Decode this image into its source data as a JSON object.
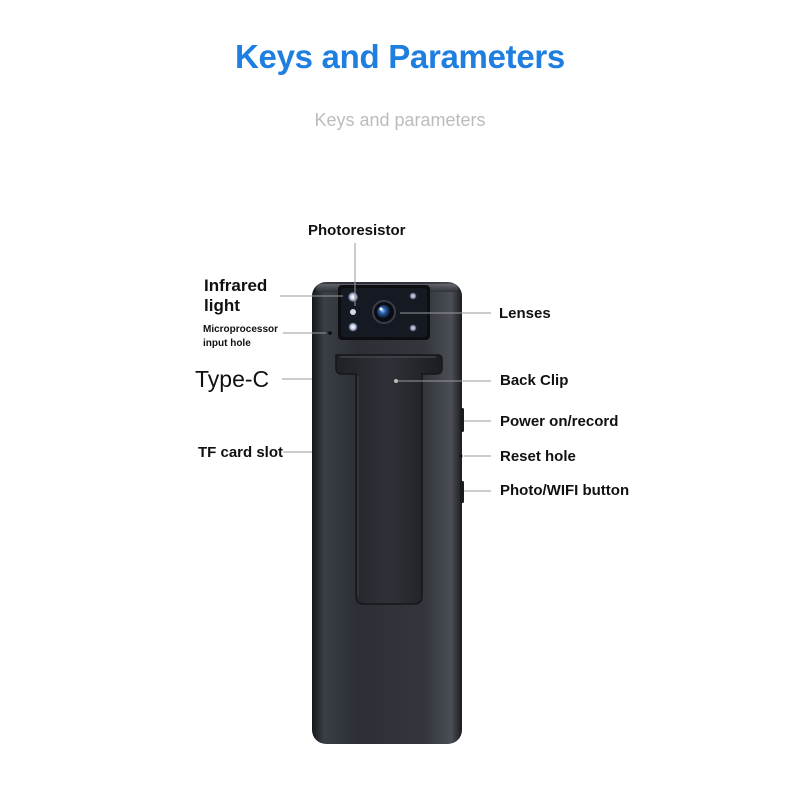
{
  "header": {
    "title": "Keys and Parameters",
    "subtitle": "Keys and parameters"
  },
  "labels": {
    "photoresistor": "Photoresistor",
    "infrared_line1": "Infrared",
    "infrared_line2": "light",
    "microprocessor_line1": "Microprocessor",
    "microprocessor_line2": "input hole",
    "type_c": "Type-C",
    "tf_card_slot": "TF card slot",
    "lenses": "Lenses",
    "back_clip": "Back Clip",
    "power_record": "Power on/record",
    "reset_hole": "Reset hole",
    "photo_wifi": "Photo/WIFI button"
  },
  "colors": {
    "title": "#1E7FE0",
    "subtitle": "#bcbcbc",
    "device_body": "#2b2e34",
    "leader_line": "#999999"
  }
}
